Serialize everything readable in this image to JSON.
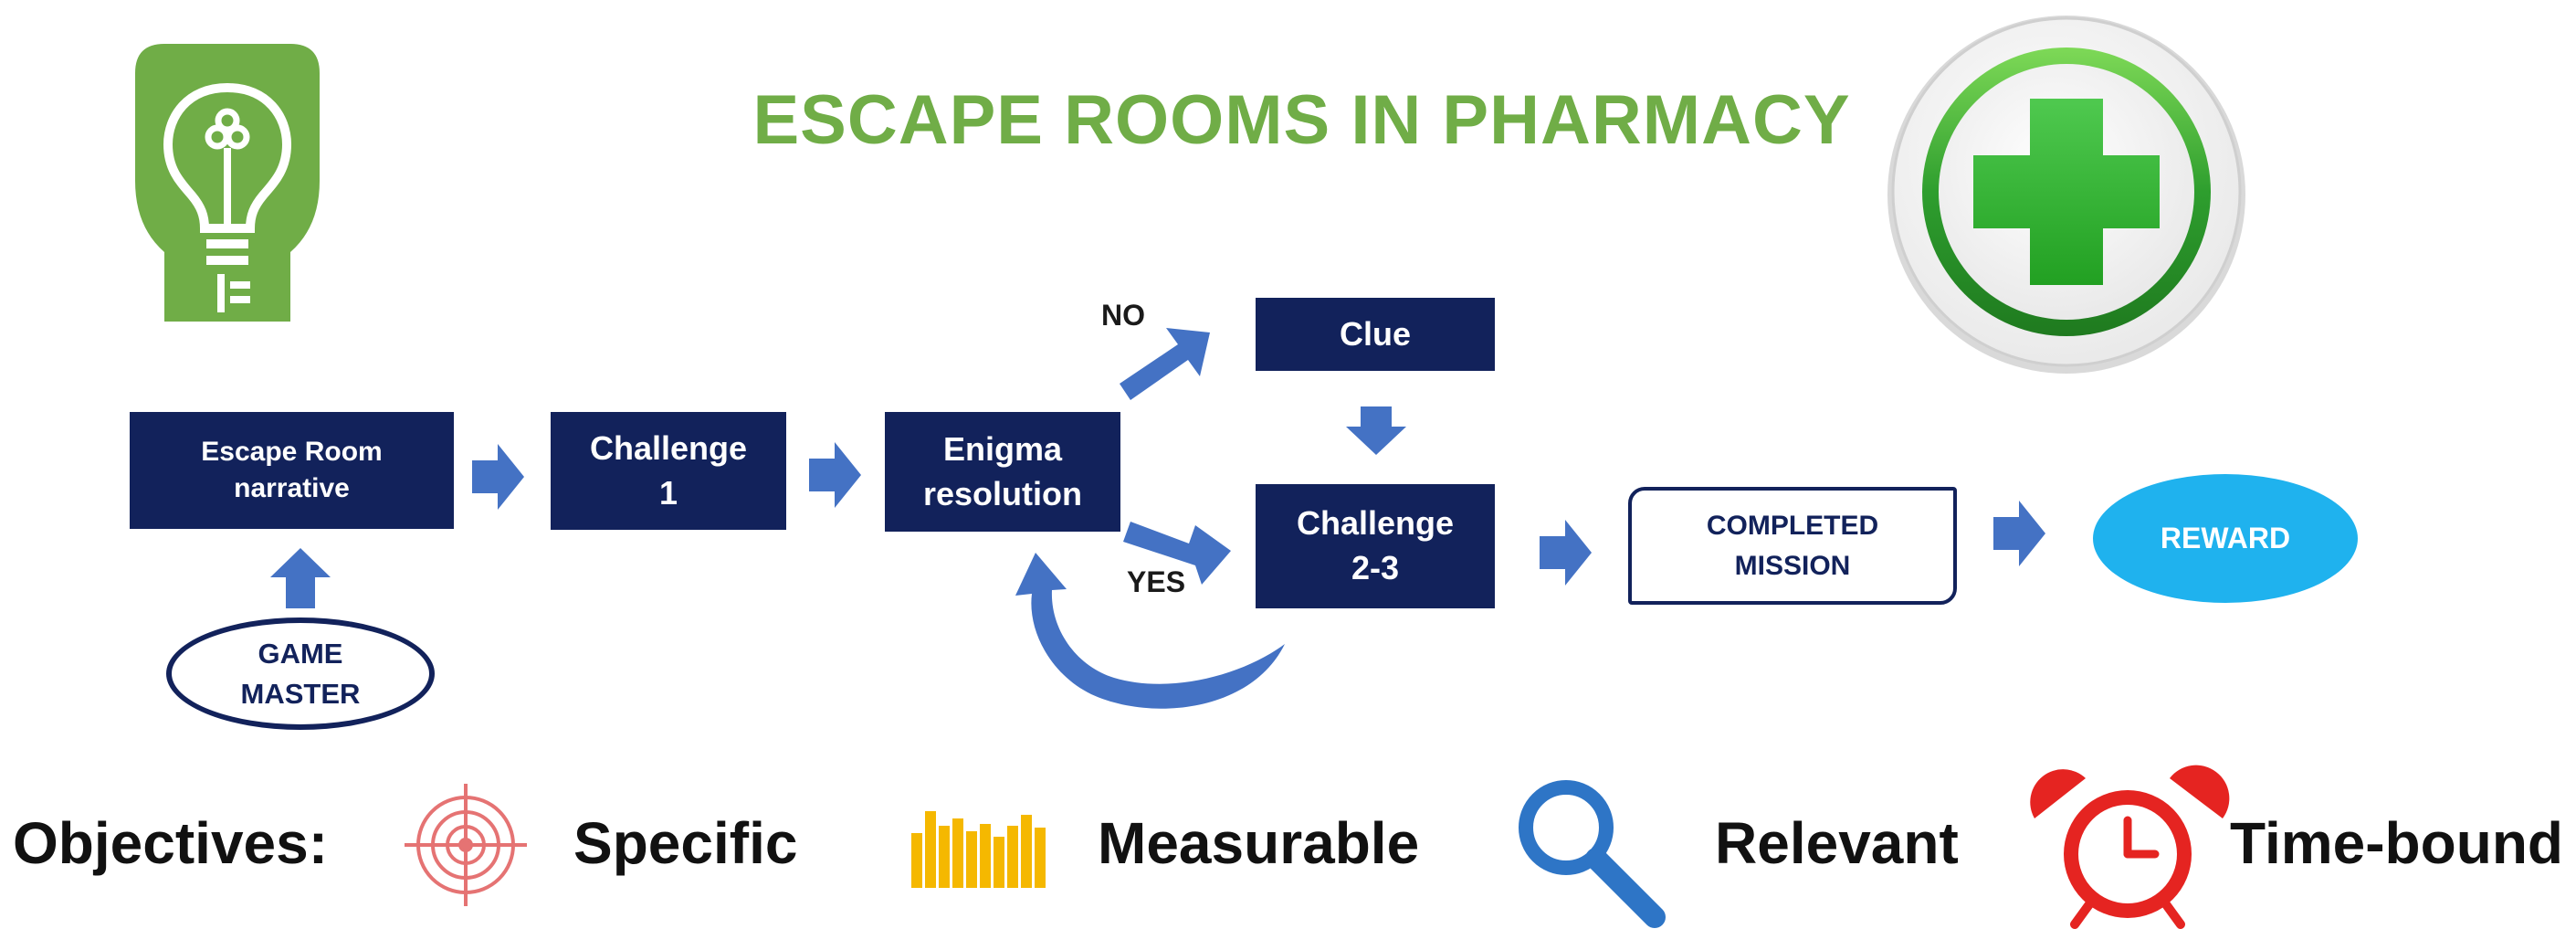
{
  "title": "ESCAPE ROOMS IN PHARMACY",
  "flow": {
    "narrative": "Escape Room\nnarrative",
    "challenge1": "Challenge\n1",
    "enigma": "Enigma\nresolution",
    "clue": "Clue",
    "challenge23": "Challenge\n2-3",
    "completed": "COMPLETED\nMISSION",
    "reward": "REWARD",
    "game_master": "GAME\nMASTER",
    "no_label": "NO",
    "yes_label": "YES"
  },
  "objectives": {
    "label": "Objectives:",
    "items": [
      {
        "label": "Specific",
        "icon": "target-icon"
      },
      {
        "label": "Measurable",
        "icon": "bar-chart-icon"
      },
      {
        "label": "Relevant",
        "icon": "magnifier-icon"
      },
      {
        "label": "Time-bound",
        "icon": "alarm-clock-icon"
      }
    ]
  },
  "colors": {
    "title_green": "#70AD47",
    "box_navy": "#12225B",
    "arrow_blue": "#4472C4",
    "reward_blue": "#1FB2EE",
    "cross_green": "#2E9E2E",
    "alarm_red": "#E52421",
    "chart_yellow": "#F5B800"
  }
}
